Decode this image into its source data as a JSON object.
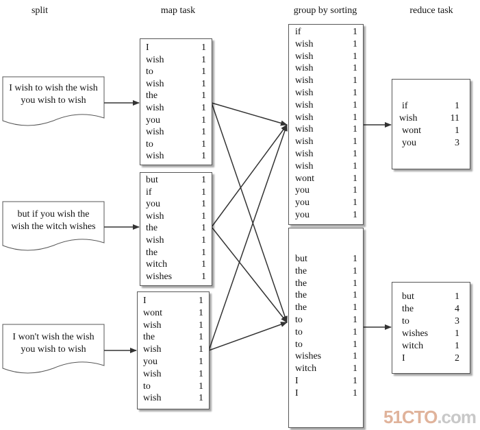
{
  "headers": {
    "split": "split",
    "map": "map task",
    "group": "group by sorting",
    "reduce": "reduce task"
  },
  "splits": [
    {
      "line1": "I wish to wish the wish",
      "line2": "you wish to wish"
    },
    {
      "line1": "but if you wish the",
      "line2": "wish the witch wishes"
    },
    {
      "line1": "I won't wish the wish",
      "line2": "you wish to wish"
    }
  ],
  "map_tasks": [
    [
      {
        "w": "I",
        "c": "1"
      },
      {
        "w": "wish",
        "c": "1"
      },
      {
        "w": "to",
        "c": "1"
      },
      {
        "w": "wish",
        "c": "1"
      },
      {
        "w": "the",
        "c": "1"
      },
      {
        "w": "wish",
        "c": "1"
      },
      {
        "w": "you",
        "c": "1"
      },
      {
        "w": "wish",
        "c": "1"
      },
      {
        "w": "to",
        "c": "1"
      },
      {
        "w": "wish",
        "c": "1"
      }
    ],
    [
      {
        "w": "but",
        "c": "1"
      },
      {
        "w": "if",
        "c": "1"
      },
      {
        "w": "you",
        "c": "1"
      },
      {
        "w": "wish",
        "c": "1"
      },
      {
        "w": "the",
        "c": "1"
      },
      {
        "w": "wish",
        "c": "1"
      },
      {
        "w": "the",
        "c": "1"
      },
      {
        "w": "witch",
        "c": "1"
      },
      {
        "w": "wishes",
        "c": "1"
      }
    ],
    [
      {
        "w": "I",
        "c": "1"
      },
      {
        "w": "wont",
        "c": "1"
      },
      {
        "w": "wish",
        "c": "1"
      },
      {
        "w": "the",
        "c": "1"
      },
      {
        "w": "wish",
        "c": "1"
      },
      {
        "w": "you",
        "c": "1"
      },
      {
        "w": "wish",
        "c": "1"
      },
      {
        "w": "to",
        "c": "1"
      },
      {
        "w": "wish",
        "c": "1"
      }
    ]
  ],
  "groups": [
    [
      {
        "w": "if",
        "c": "1"
      },
      {
        "w": "wish",
        "c": "1"
      },
      {
        "w": "wish",
        "c": "1"
      },
      {
        "w": "wish",
        "c": "1"
      },
      {
        "w": "wish",
        "c": "1"
      },
      {
        "w": "wish",
        "c": "1"
      },
      {
        "w": "wish",
        "c": "1"
      },
      {
        "w": "wish",
        "c": "1"
      },
      {
        "w": "wish",
        "c": "1"
      },
      {
        "w": "wish",
        "c": "1"
      },
      {
        "w": "wish",
        "c": "1"
      },
      {
        "w": "wish",
        "c": "1"
      },
      {
        "w": "wont",
        "c": "1"
      },
      {
        "w": "you",
        "c": "1"
      },
      {
        "w": "you",
        "c": "1"
      },
      {
        "w": "you",
        "c": "1"
      }
    ],
    [
      {
        "w": "but",
        "c": "1"
      },
      {
        "w": "the",
        "c": "1"
      },
      {
        "w": "the",
        "c": "1"
      },
      {
        "w": "the",
        "c": "1"
      },
      {
        "w": "the",
        "c": "1"
      },
      {
        "w": "to",
        "c": "1"
      },
      {
        "w": "to",
        "c": "1"
      },
      {
        "w": "to",
        "c": "1"
      },
      {
        "w": "wishes",
        "c": "1"
      },
      {
        "w": "witch",
        "c": "1"
      },
      {
        "w": "I",
        "c": "1"
      },
      {
        "w": "I",
        "c": "1"
      }
    ]
  ],
  "reduces": [
    [
      {
        "w": "if",
        "c": "1"
      },
      {
        "w": "wish",
        "c": "11"
      },
      {
        "w": "wont",
        "c": "1"
      },
      {
        "w": "you",
        "c": "3"
      }
    ],
    [
      {
        "w": "but",
        "c": "1"
      },
      {
        "w": "the",
        "c": "4"
      },
      {
        "w": "to",
        "c": "3"
      },
      {
        "w": "wishes",
        "c": "1"
      },
      {
        "w": "witch",
        "c": "1"
      },
      {
        "w": "I",
        "c": "2"
      }
    ]
  ],
  "watermark": {
    "part1": "51CTO",
    "part2": ".com"
  },
  "colors": {
    "line": "#333333",
    "border": "#555555",
    "watermark_accent": "#e0b39b"
  }
}
